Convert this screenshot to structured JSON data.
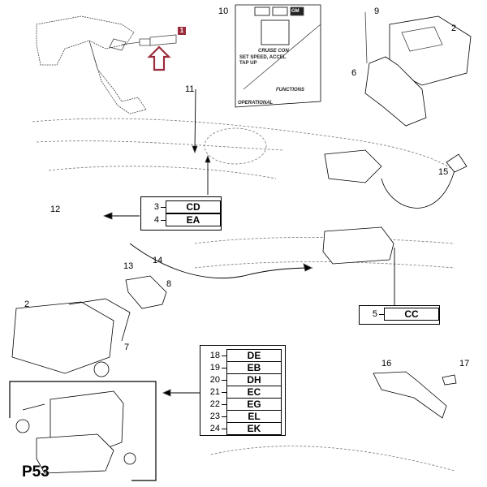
{
  "diagram": {
    "reference": "P53",
    "highlighted_part": "1",
    "accent_color": "#9b2c3e",
    "callouts": {
      "p1": "1",
      "p2a": "2",
      "p2b": "2",
      "p6": "6",
      "p7": "7",
      "p8": "8",
      "p9": "9",
      "p10": "10",
      "p11": "11",
      "p12": "12",
      "p13": "13",
      "p14": "14",
      "p15": "15",
      "p16": "16",
      "p17": "17"
    },
    "code_groups": [
      {
        "rows": [
          {
            "part": "3",
            "code": "CD"
          },
          {
            "part": "4",
            "code": "EA"
          }
        ]
      },
      {
        "rows": [
          {
            "part": "5",
            "code": "CC"
          }
        ]
      },
      {
        "rows": [
          {
            "part": "18",
            "code": "DE"
          },
          {
            "part": "19",
            "code": "EB"
          },
          {
            "part": "20",
            "code": "DH"
          },
          {
            "part": "21",
            "code": "EC"
          },
          {
            "part": "22",
            "code": "EG"
          },
          {
            "part": "23",
            "code": "EL"
          },
          {
            "part": "24",
            "code": "EK"
          }
        ]
      }
    ],
    "sticker": {
      "brand": "GM",
      "line1": "CRUISE CON",
      "line2": "SET SPEED, ACCEL",
      "line3": "TAP UP",
      "line4": "FUNCTIONS",
      "line5": "OPERATIONAL"
    }
  }
}
